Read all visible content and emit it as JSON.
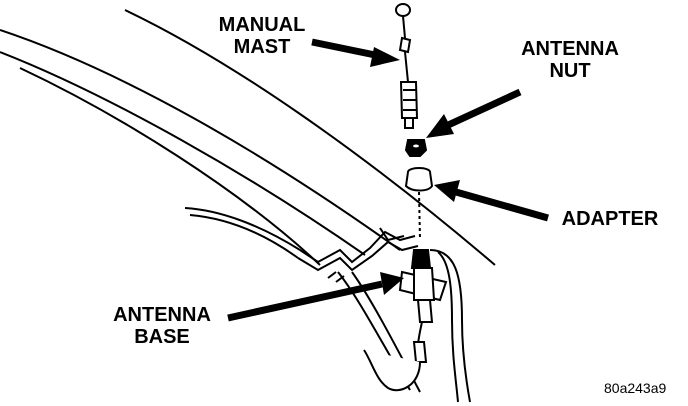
{
  "labels": {
    "manual_mast": {
      "line1": "MANUAL",
      "line2": "MAST"
    },
    "antenna_nut": {
      "line1": "ANTENNA",
      "line2": "NUT"
    },
    "adapter": "ADAPTER",
    "antenna_base": {
      "line1": "ANTENNA",
      "line2": "BASE"
    }
  },
  "figure_id": "80a243a9",
  "colors": {
    "ink": "#000000",
    "paper": "#ffffff"
  }
}
